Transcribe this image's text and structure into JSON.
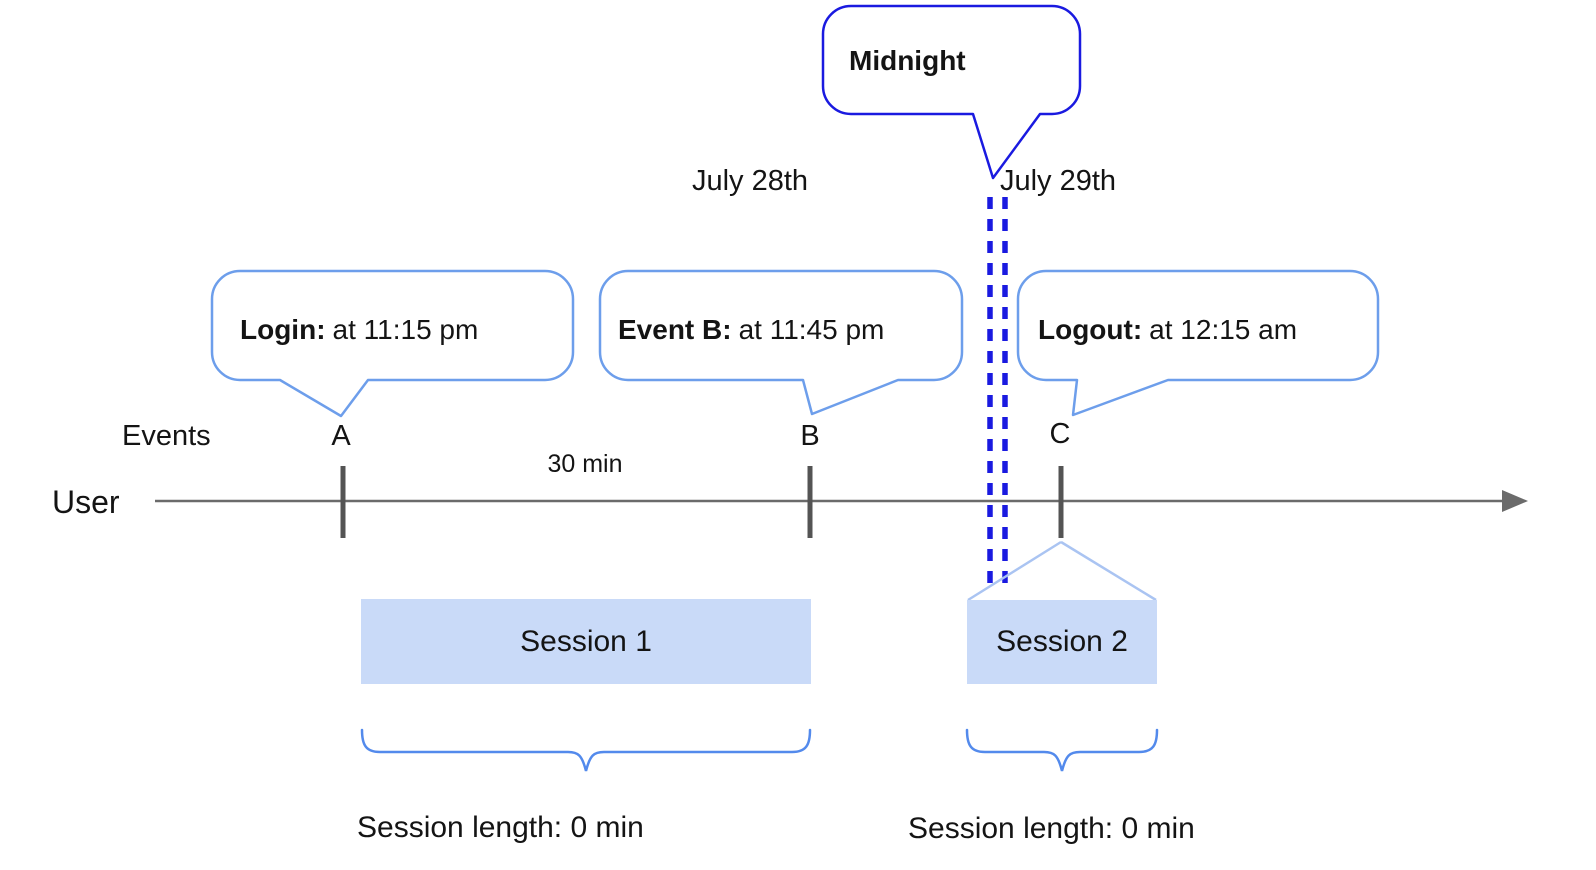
{
  "title_callout": {
    "label": "Midnight"
  },
  "dates": {
    "before": "July 28th",
    "after": "July 29th"
  },
  "event_callouts": [
    {
      "title": "Login:",
      "text": "at 11:15 pm"
    },
    {
      "title": "Event B:",
      "text": "at 11:45 pm"
    },
    {
      "title": "Logout:",
      "text": "at 12:15 am"
    }
  ],
  "timeline": {
    "row_label": "Events",
    "axis_label": "User",
    "marks": [
      "A",
      "B",
      "C"
    ],
    "interval_label": "30 min"
  },
  "sessions": [
    {
      "label": "Session 1",
      "length": "Session length: 0 min"
    },
    {
      "label": "Session 2",
      "length": "Session length: 0 min"
    }
  ],
  "colors": {
    "ink": "#141414",
    "midnight_blue": "#1a1ae0",
    "divider_blue": "#1a1ae0",
    "bubble_border": "#6d9eeb",
    "brace_blue": "#538aec",
    "wedge_blue": "#aac4f2",
    "session_fill": "#c9daf8",
    "axis_gray": "#6b6b6b",
    "tick_gray": "#545454"
  }
}
